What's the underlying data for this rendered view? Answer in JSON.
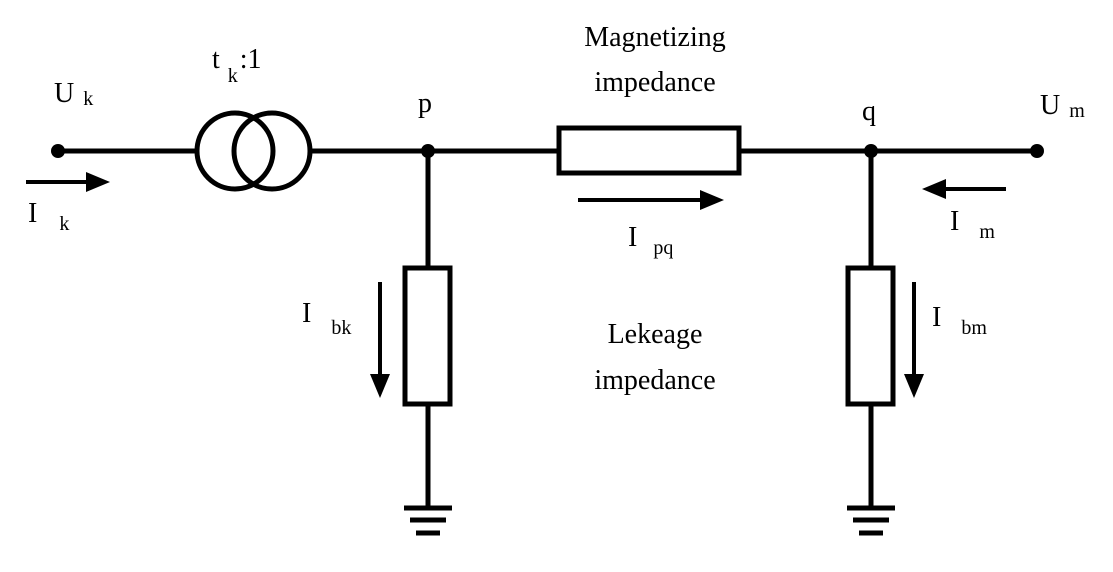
{
  "colors": {
    "line": "#000000",
    "background": "#ffffff"
  },
  "labels": {
    "uk": {
      "main": "U",
      "sub": "k"
    },
    "um": {
      "main": "U",
      "sub": "m"
    },
    "ik": {
      "main": "I",
      "sub": "k"
    },
    "im": {
      "main": "I",
      "sub": "m"
    },
    "ipq": {
      "main": "I",
      "sub": "pq"
    },
    "ibk": {
      "main": "I",
      "sub": "bk"
    },
    "ibm": {
      "main": "I",
      "sub": "bm"
    },
    "ratio": {
      "t": "t",
      "sub": "k",
      "rest": ":1"
    },
    "node_p": "p",
    "node_q": "q",
    "magnetizing": {
      "line1": "Magnetizing",
      "line2": "impedance"
    },
    "leakage": {
      "line1": "Lekeage",
      "line2": "impedance"
    }
  }
}
